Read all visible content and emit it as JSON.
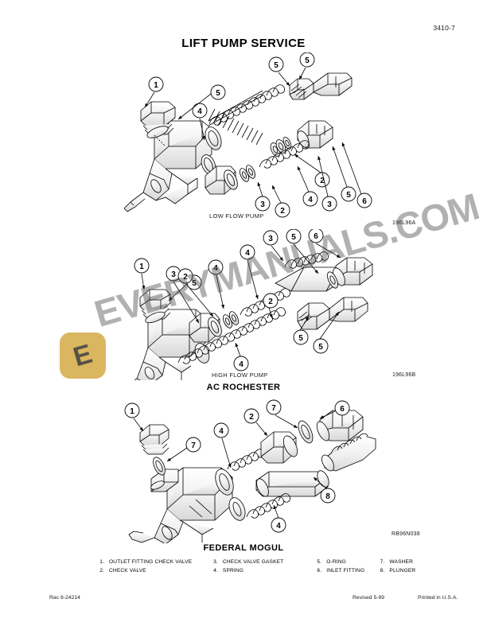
{
  "page": {
    "number": "3410-7",
    "title": "LIFT PUMP SERVICE"
  },
  "figures": [
    {
      "caption": "LOW FLOW PUMP",
      "ref": "196L96A",
      "callouts": [
        "1",
        "5",
        "4",
        "5",
        "5",
        "3",
        "2",
        "3",
        "2",
        "4",
        "5",
        "6"
      ]
    },
    {
      "caption": "HIGH FLOW PUMP",
      "ref": "196L96B",
      "heading": "AC ROCHESTER",
      "callouts": [
        "1",
        "5",
        "3",
        "2",
        "4",
        "4",
        "3",
        "5",
        "6",
        "2",
        "5",
        "5",
        "4"
      ]
    },
    {
      "caption": "",
      "ref": "RB96N038",
      "heading": "FEDERAL MOGUL",
      "callouts": [
        "1",
        "7",
        "4",
        "2",
        "7",
        "6",
        "8",
        "4"
      ]
    }
  ],
  "legend": {
    "rows": [
      [
        {
          "num": "1.",
          "label": "OUTLET FITTING CHECK VALVE"
        },
        {
          "num": "3.",
          "label": "CHECK VALVE GASKET"
        },
        {
          "num": "5.",
          "label": "O-RING"
        },
        {
          "num": "7.",
          "label": "WASHER"
        }
      ],
      [
        {
          "num": "2.",
          "label": "CHECK VALVE"
        },
        {
          "num": "4.",
          "label": "SPRING"
        },
        {
          "num": "6.",
          "label": "INLET FITTING"
        },
        {
          "num": "8.",
          "label": "PLUNGER"
        }
      ]
    ]
  },
  "footer": {
    "left": "Rac 8-24214",
    "middle": "Revised 5-99",
    "right": "Printed in U.S.A."
  },
  "watermark": {
    "text": "EVERYMANUALS.COM",
    "logo_letter": "E",
    "logo_color": "#d4aa45"
  }
}
